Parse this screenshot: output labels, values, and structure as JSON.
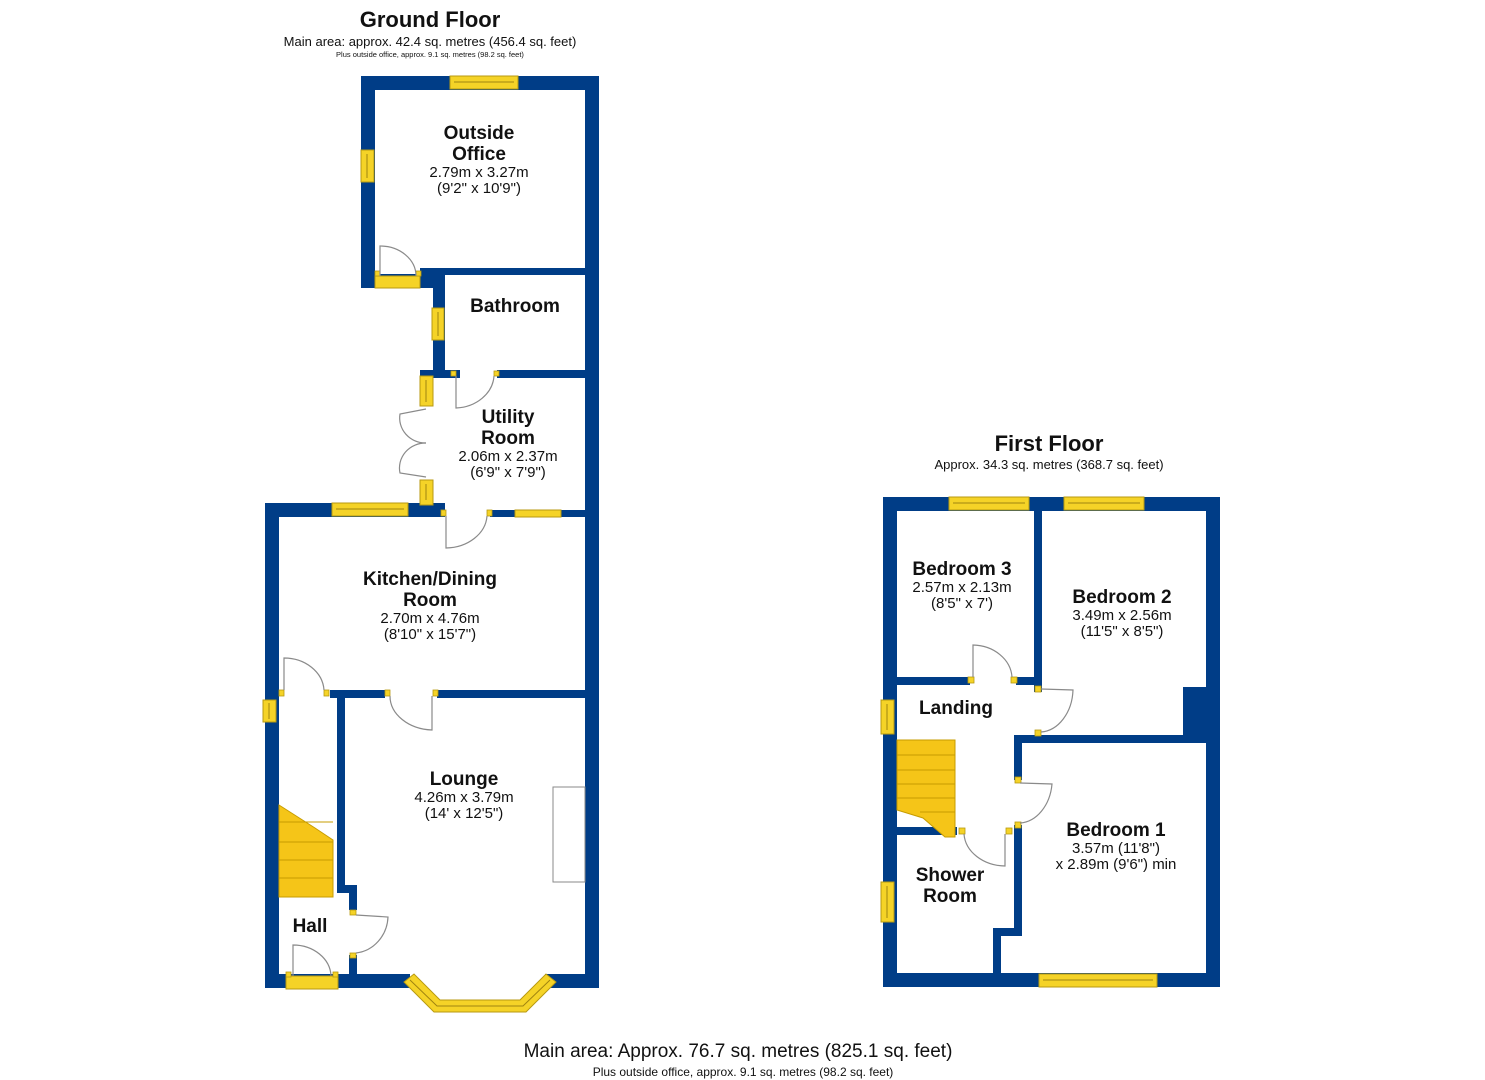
{
  "colors": {
    "wall": "#003d87",
    "window": "#f5d327",
    "window_edge": "#b89a10",
    "door_line": "#8a8a8a",
    "text": "#111111"
  },
  "ground_floor": {
    "title": "Ground Floor",
    "main_area": "Main area: approx. 42.4 sq. metres (456.4 sq. feet)",
    "outside_office_area": "Plus outside office, approx. 9.1 sq. metres (98.2 sq. feet)",
    "rooms": [
      {
        "name": "Outside Office",
        "name_lines": [
          "Outside",
          "Office"
        ],
        "dim_metric": "2.79m x 3.27m",
        "dim_imperial": "(9'2\" x 10'9\")"
      },
      {
        "name": "Bathroom",
        "name_lines": [
          "Bathroom"
        ]
      },
      {
        "name": "Utility Room",
        "name_lines": [
          "Utility",
          "Room"
        ],
        "dim_metric": "2.06m x 2.37m",
        "dim_imperial": "(6'9\" x 7'9\")"
      },
      {
        "name": "Kitchen/Dining Room",
        "name_lines": [
          "Kitchen/Dining",
          "Room"
        ],
        "dim_metric": "2.70m x 4.76m",
        "dim_imperial": "(8'10\" x 15'7\")"
      },
      {
        "name": "Lounge",
        "name_lines": [
          "Lounge"
        ],
        "dim_metric": "4.26m x 3.79m",
        "dim_imperial": "(14' x 12'5\")"
      },
      {
        "name": "Hall",
        "name_lines": [
          "Hall"
        ]
      }
    ]
  },
  "first_floor": {
    "title": "First Floor",
    "area": "Approx. 34.3 sq. metres (368.7 sq. feet)",
    "rooms": [
      {
        "name": "Bedroom 3",
        "name_lines": [
          "Bedroom 3"
        ],
        "dim_metric": "2.57m x 2.13m",
        "dim_imperial": "(8'5\" x 7')"
      },
      {
        "name": "Bedroom 2",
        "name_lines": [
          "Bedroom 2"
        ],
        "dim_metric": "3.49m x 2.56m",
        "dim_imperial": "(11'5\" x 8'5\")"
      },
      {
        "name": "Landing",
        "name_lines": [
          "Landing"
        ]
      },
      {
        "name": "Bedroom 1",
        "name_lines": [
          "Bedroom 1"
        ],
        "dim_metric": "3.57m (11'8\")",
        "dim_imperial": "x 2.89m (9'6\") min"
      },
      {
        "name": "Shower Room",
        "name_lines": [
          "Shower",
          "Room"
        ]
      }
    ]
  },
  "totals": {
    "main_area": "Main area: Approx. 76.7 sq. metres (825.1 sq. feet)",
    "outside_office_area": "Plus outside office, approx. 9.1 sq. metres (98.2 sq. feet)"
  }
}
